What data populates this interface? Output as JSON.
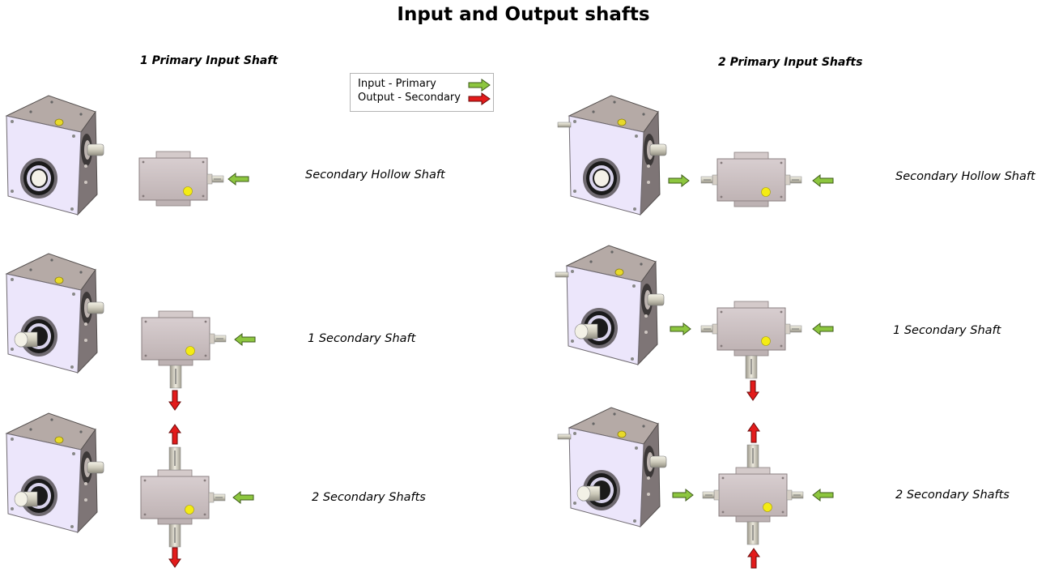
{
  "title": "Input and Output shafts",
  "columns": {
    "left_heading": "1 Primary  Input Shaft",
    "right_heading": "2 Primary  Input Shafts"
  },
  "legend": {
    "input_label": "Input - Primary",
    "output_label": "Output - Secondary",
    "input_color": "#8dc63f",
    "output_color": "#e31b1b"
  },
  "rows": {
    "left": [
      "Secondary Hollow Shaft",
      "1 Secondary Shaft",
      "2 Secondary Shafts"
    ],
    "right": [
      "Secondary Hollow Shaft",
      "1 Secondary Shaft",
      "2 Secondary Shafts"
    ]
  },
  "colors": {
    "housing_front": "#ece6fb",
    "housing_top": "#b5aaa6",
    "housing_side": "#7e7576",
    "gearbox_body": "#cdc2c3",
    "marker_yellow": "#f4ec14"
  }
}
